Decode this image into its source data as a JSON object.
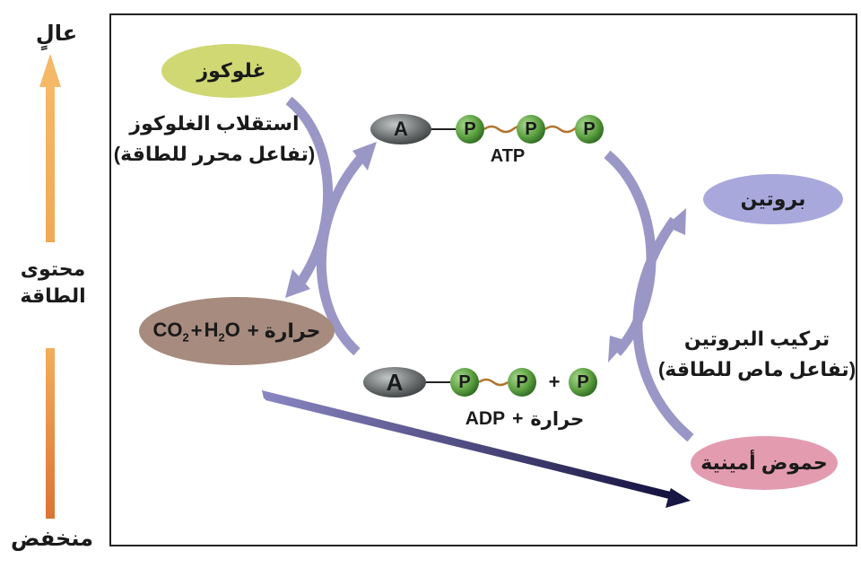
{
  "energy_axis": {
    "high": "عالٍ",
    "title_line1": "محتوى",
    "title_line2": "الطاقة",
    "low": "منخفض"
  },
  "nodes": {
    "glucose": "غلوكوز",
    "protein": "بروتين",
    "co2_h2o_heat": {
      "heat": "حرارة +",
      "co2": "CO",
      "co2_sub": "2",
      "plus": "+",
      "h2o_h": "H",
      "h2o_sub": "2",
      "h2o_o": "O"
    },
    "amino_acids": "حموض أمينية"
  },
  "processes": {
    "catabolism_line1": "استقلاب الغلوكوز",
    "catabolism_line2": "(تفاعل محرر للطاقة)",
    "synthesis_line1": "تركيب البروتين",
    "synthesis_line2": "(تفاعل ماص للطاقة)"
  },
  "molecules": {
    "atp": {
      "adenine": "A",
      "phosphates": [
        "P",
        "P",
        "P"
      ],
      "label": "ATP"
    },
    "adp": {
      "adenine": "A",
      "phosphates": [
        "P",
        "P"
      ],
      "plus": "+",
      "free_phosphate": "P",
      "label_adp": "ADP",
      "label_plus": "+",
      "label_heat": "حرارة"
    }
  },
  "colors": {
    "glucose": "#cfd873",
    "protein": "#a9a8dc",
    "co2_oval": "#a68b7e",
    "amino_oval": "#e39bb0",
    "cycle_arrow": "#9a96c6",
    "energy_arrow_top": "#f2b15f",
    "energy_arrow_bottom": "#e07a35",
    "diagonal_arrow": "#1f1d55",
    "phosphate": "#5fa243",
    "adenine": "#6e7273",
    "bond": "#b0722a"
  }
}
